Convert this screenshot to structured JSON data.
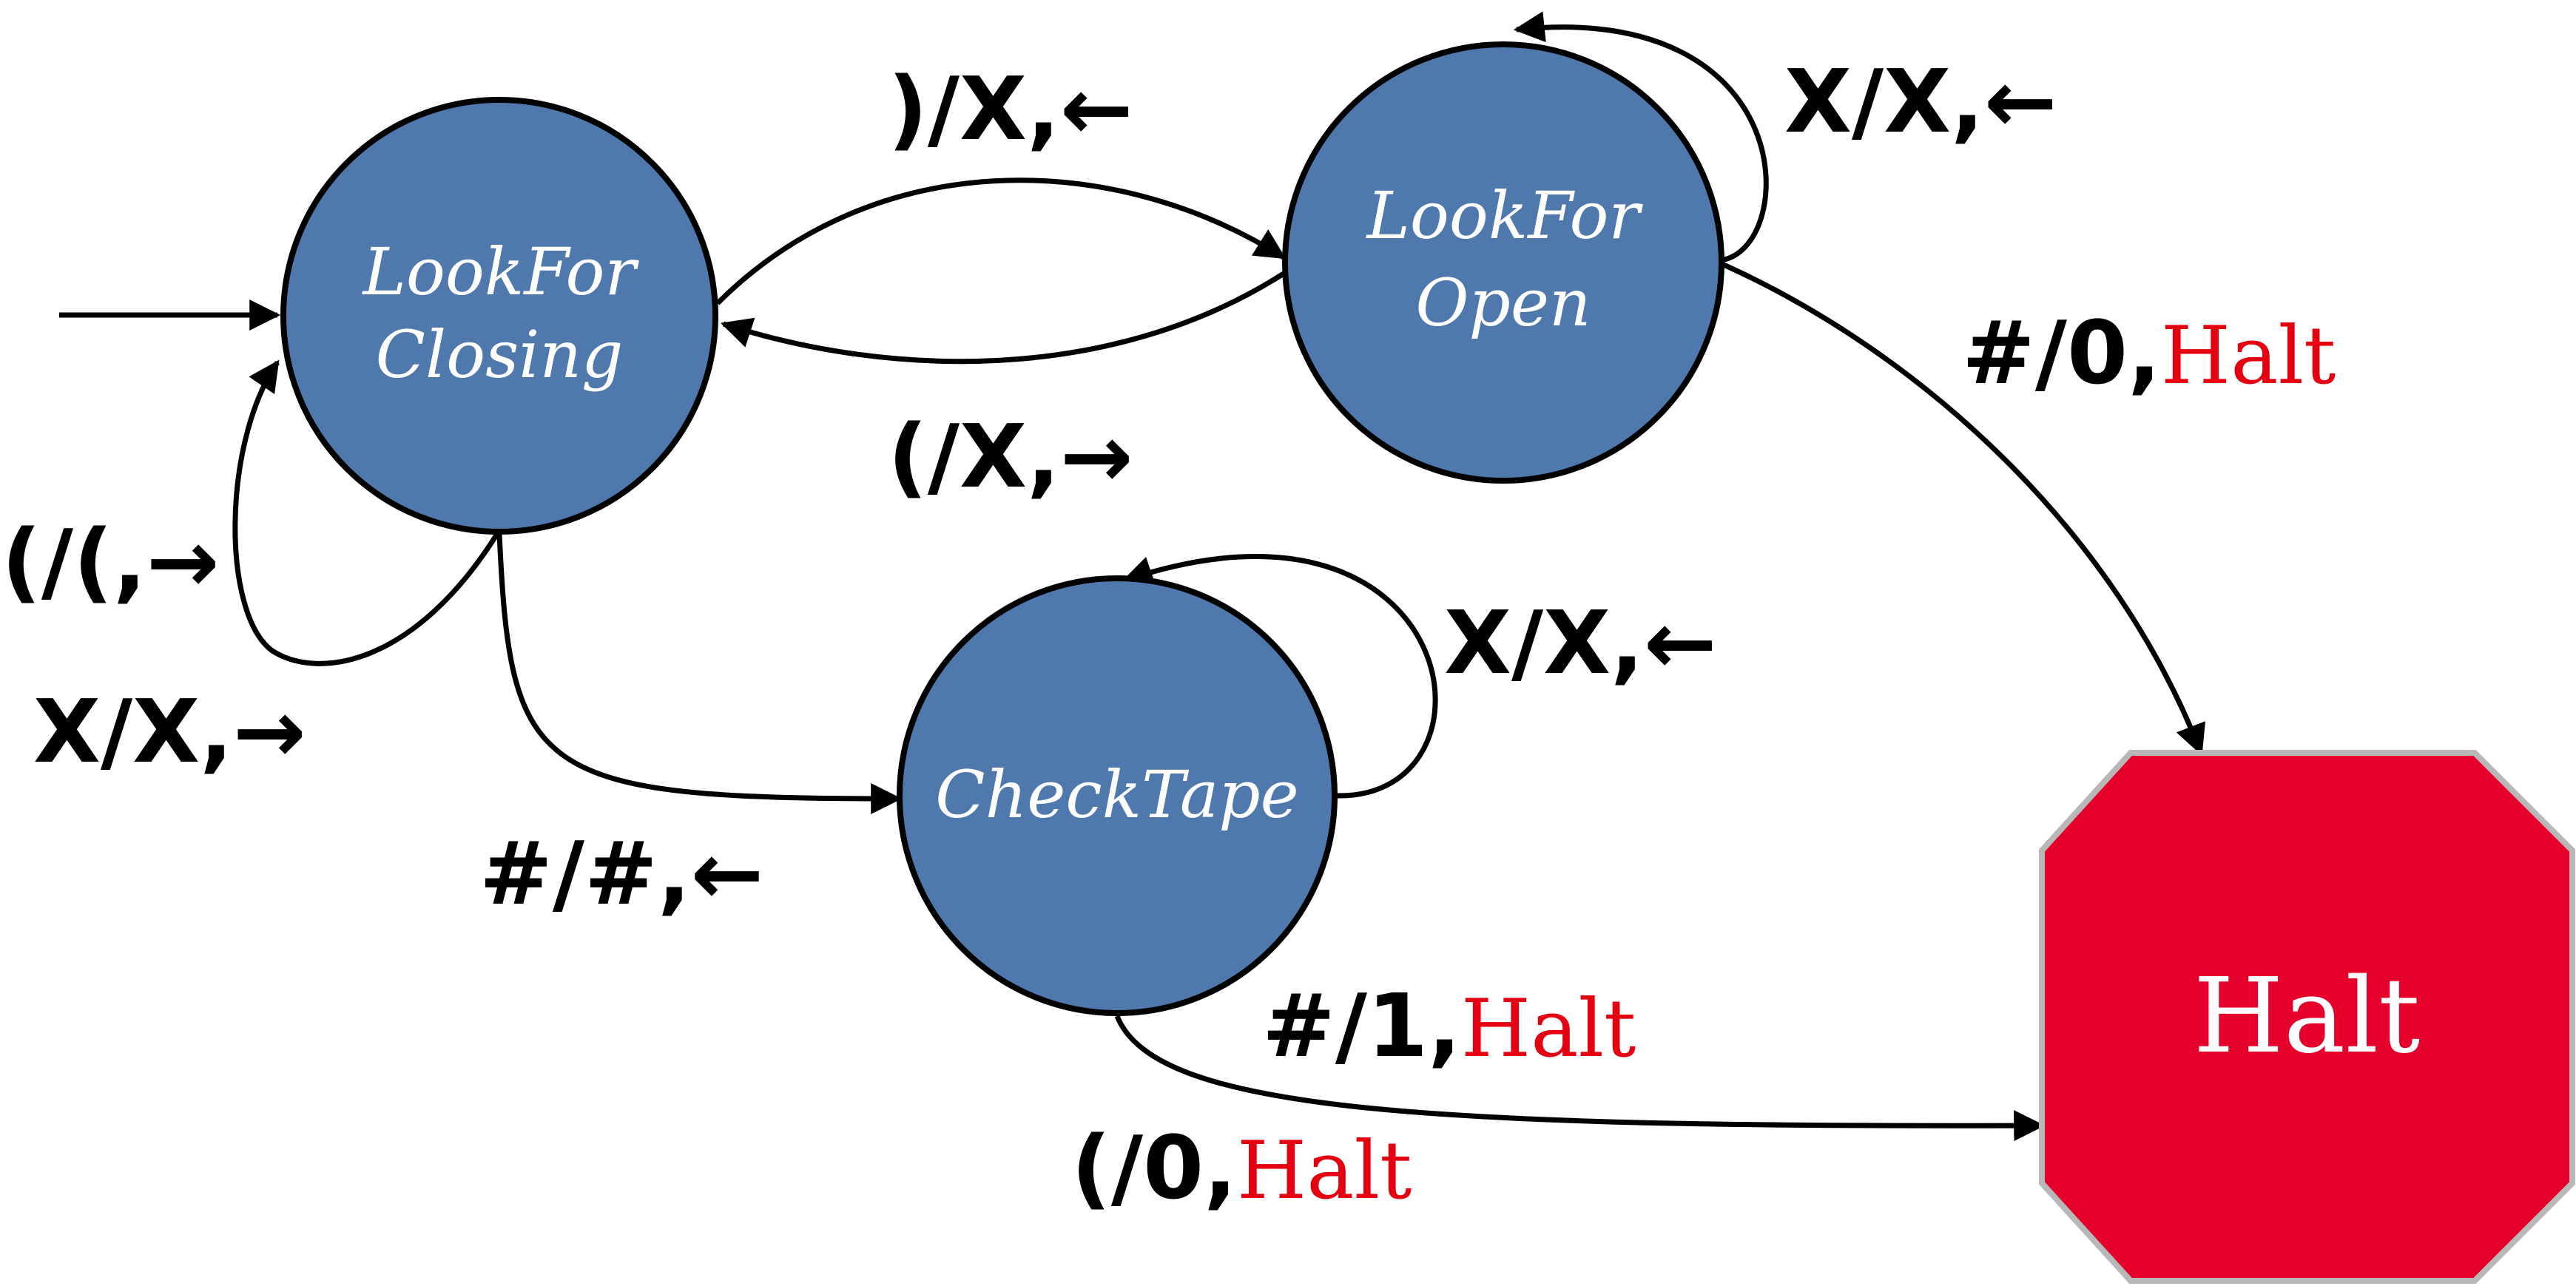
{
  "colors": {
    "state_fill": "#4f79ad",
    "halt_fill": "#e4002b",
    "halt_border": "#b8b8b8",
    "halt_text_red": "#e40010",
    "edge": "#000000"
  },
  "states": {
    "closing": {
      "line1": "LookFor",
      "line2": "Closing"
    },
    "open": {
      "line1": "LookFor",
      "line2": "Open"
    },
    "check": {
      "label": "CheckTape"
    },
    "halt": {
      "label": "Halt"
    }
  },
  "transitions": {
    "closing_to_open": {
      "text": ")/X,",
      "arrow": "←"
    },
    "open_to_closing": {
      "text": "(/X,",
      "arrow": "→"
    },
    "open_self": {
      "text": "X/X,",
      "arrow": "←"
    },
    "open_to_halt": {
      "text": "#/0,",
      "action": "Halt"
    },
    "closing_self_a": {
      "text": "(/(,",
      "arrow": "→"
    },
    "closing_self_b": {
      "text": "X/X,",
      "arrow": "→"
    },
    "closing_to_check": {
      "text": "#/#,",
      "arrow": "←"
    },
    "check_self": {
      "text": "X/X,",
      "arrow": "←"
    },
    "check_to_halt_a": {
      "text": "#/1,",
      "action": "Halt"
    },
    "check_to_halt_b": {
      "text": "(/0,",
      "action": "Halt"
    }
  }
}
